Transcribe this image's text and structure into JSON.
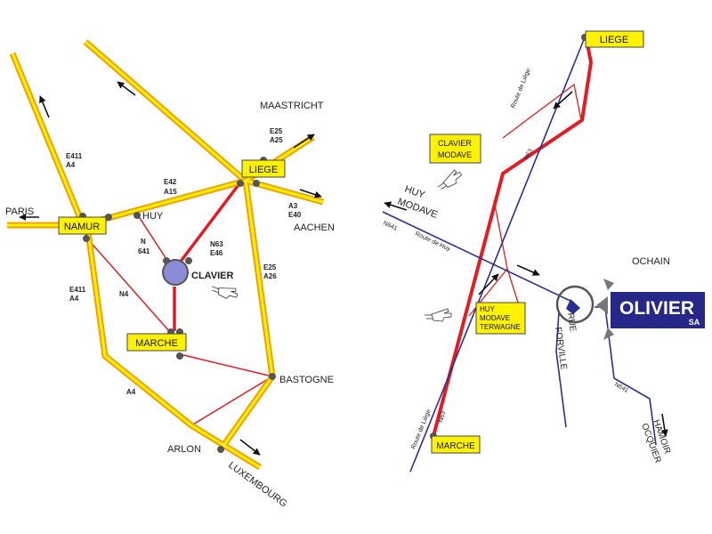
{
  "colors": {
    "highway_outer": "#f2a000",
    "highway_inner": "#fff200",
    "secondary": "#e31b23",
    "primary_red": "#e31b23",
    "blue_road": "#2b2f8f",
    "label_box": "#fff200",
    "brand_bg": "#27278a",
    "node": "#555555",
    "clavier_node": "#8b8bd8"
  },
  "left_map": {
    "cities": {
      "liege": "LIEGE",
      "namur": "NAMUR",
      "marche": "MARCHE",
      "clavier": "CLAVIER",
      "huy": "HUY",
      "bastogne": "BASTOGNE",
      "arlon": "ARLON",
      "paris": "PARIS",
      "maastricht": "MAASTRICHT",
      "aachen": "AACHEN",
      "luxembourg": "LUXEMBOURG"
    },
    "road_labels": {
      "e411_a4_top": [
        "E411",
        "A4"
      ],
      "e42_a15": [
        "E42",
        "A15"
      ],
      "e25_a25": [
        "E25",
        "A25"
      ],
      "a3_e40": [
        "A3",
        "E40"
      ],
      "n641": [
        "N",
        "641"
      ],
      "n63_e46": [
        "N63",
        "E46"
      ],
      "e25_a26": [
        "E25",
        "A26"
      ],
      "e411_a4_bottom": [
        "E411",
        "A4"
      ],
      "n4": "N4",
      "a4": "A4"
    },
    "icons": [
      "hand-pointer-icon"
    ]
  },
  "right_map": {
    "boxes": {
      "liege": "LIEGE",
      "marche": "MARCHE",
      "clavier_modave": [
        "CLAVIER",
        "MODAVE"
      ],
      "huy_modave_terwagne": [
        "HUY",
        "MODAVE",
        "TERWAGNE"
      ]
    },
    "labels": {
      "huy_modave": [
        "HUY",
        "MODAVE"
      ],
      "ochain": "OCHAIN",
      "rue_forville": [
        "RUE",
        "FORVILLE"
      ],
      "hamoir_ocquier": [
        "HAMOIR",
        "OCQUIER"
      ],
      "n641_left": "N641",
      "route_de_huy": "Route de Huy",
      "route_de_liege_top": "Route de Liège",
      "route_de_liege_bottom": "Route de Liège",
      "n63_top": "N63",
      "n63_bottom": "N63",
      "n641_right": "N641"
    },
    "brand": {
      "name": "OLIVIER",
      "suffix": "SA"
    },
    "icons": [
      "hand-pointer-icon",
      "hand-pointer-icon",
      "direction-marker-icon"
    ]
  }
}
